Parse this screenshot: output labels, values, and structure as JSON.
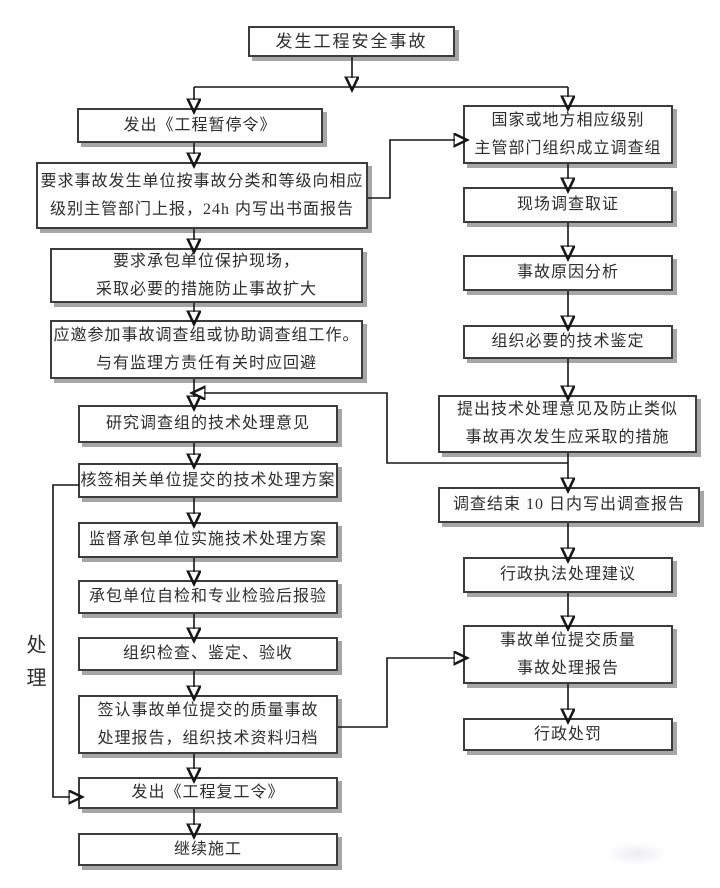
{
  "meta": {
    "diagram_type": "flowchart",
    "language": "zh-CN",
    "colors": {
      "background": "#ffffff",
      "box_border": "#3c3c3c",
      "box_fill": "#fefefe",
      "box_shadow": "#a6a6a6",
      "text": "#2e2e2e",
      "arrow": "#161616"
    }
  },
  "flowchart": {
    "side_label": "处理",
    "nodes": {
      "start": "发生工程安全事故",
      "l1": "发出《工程暂停令》",
      "l2": "要求事故发生单位按事故分类和等级向相应\n级别主管部门上报，24h 内写出书面报告",
      "l3": "要求承包单位保护现场，\n采取必要的措施防止事故扩大",
      "l4": "应邀参加事故调查组或协助调查组工作。\n与有监理方责任有关时应回避",
      "l5": "研究调查组的技术处理意见",
      "l6": "核签相关单位提交的技术处理方案",
      "l7": "监督承包单位实施技术处理方案",
      "l8": "承包单位自检和专业检验后报验",
      "l9": "组织检查、鉴定、验收",
      "l10": "签认事故单位提交的质量事故\n处理报告，组织技术资料归档",
      "l11": "发出《工程复工令》",
      "l12": "继续施工",
      "r1": "国家或地方相应级别\n主管部门组织成立调查组",
      "r2": "现场调查取证",
      "r3": "事故原因分析",
      "r4": "组织必要的技术鉴定",
      "r5": "提出技术处理意见及防止类似\n事故再次发生应采取的措施",
      "r6": "调查结束 10 日内写出调查报告",
      "r7": "行政执法处理建议",
      "r8": "事故单位提交质量\n事故处理报告",
      "r9": "行政处罚"
    },
    "edges": [
      {
        "from": "start",
        "to": "l1"
      },
      {
        "from": "start",
        "to": "r1"
      },
      {
        "from": "l1",
        "to": "l2"
      },
      {
        "from": "l2",
        "to": "l3"
      },
      {
        "from": "l2",
        "to": "r1"
      },
      {
        "from": "l3",
        "to": "l4"
      },
      {
        "from": "l4",
        "to": "l5"
      },
      {
        "from": "l5",
        "to": "l6"
      },
      {
        "from": "l6",
        "to": "l7"
      },
      {
        "from": "l6",
        "to": "l11"
      },
      {
        "from": "l7",
        "to": "l8"
      },
      {
        "from": "l8",
        "to": "l9"
      },
      {
        "from": "l9",
        "to": "l10"
      },
      {
        "from": "l10",
        "to": "l11"
      },
      {
        "from": "l10",
        "to": "r8"
      },
      {
        "from": "l11",
        "to": "l12"
      },
      {
        "from": "r1",
        "to": "r2"
      },
      {
        "from": "r2",
        "to": "r3"
      },
      {
        "from": "r3",
        "to": "r4"
      },
      {
        "from": "r4",
        "to": "r5"
      },
      {
        "from": "r5",
        "to": "r6"
      },
      {
        "from": "r5",
        "to": "l5"
      },
      {
        "from": "r6",
        "to": "r7"
      },
      {
        "from": "r7",
        "to": "r8"
      },
      {
        "from": "r8",
        "to": "r9"
      }
    ]
  }
}
